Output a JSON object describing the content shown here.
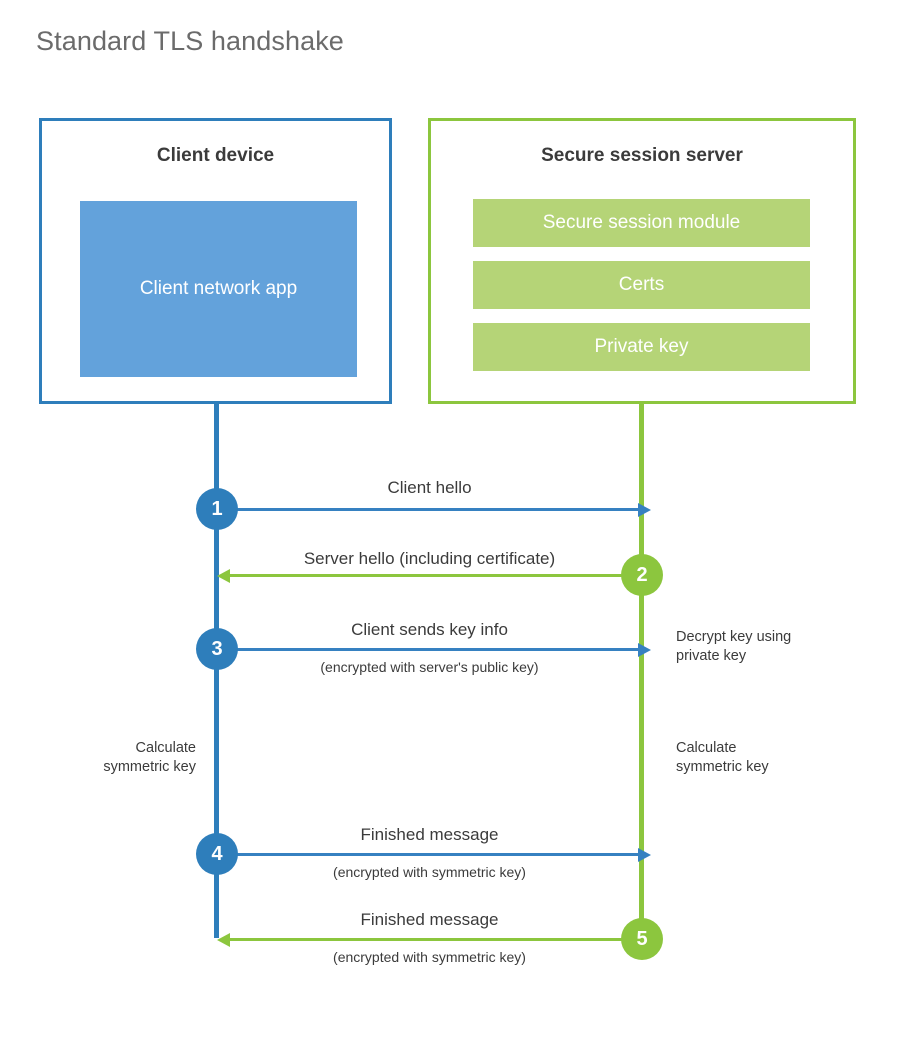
{
  "title": "Standard TLS handshake",
  "colors": {
    "client_blue": "#2E7EBB",
    "client_app_fill": "#63A2DB",
    "server_green": "#8CC63E",
    "server_bar_fill": "#B5D477",
    "text_dark": "#3b3b3b",
    "title_gray": "#6b6b6b"
  },
  "client": {
    "title": "Client device",
    "app_label": "Client network app"
  },
  "server": {
    "title": "Secure session server",
    "components": [
      "Secure session module",
      "Certs",
      "Private key"
    ]
  },
  "steps": [
    {
      "number": "1",
      "label": "Client hello",
      "sub": "",
      "direction": "client-to-server",
      "color": "blue"
    },
    {
      "number": "2",
      "label": "Server hello (including certificate)",
      "sub": "",
      "direction": "server-to-client",
      "color": "green"
    },
    {
      "number": "3",
      "label": "Client sends key info",
      "sub": "(encrypted with server's public key)",
      "direction": "client-to-server",
      "color": "blue"
    },
    {
      "number": "4",
      "label": "Finished message",
      "sub": "(encrypted with symmetric key)",
      "direction": "client-to-server",
      "color": "blue"
    },
    {
      "number": "5",
      "label": "Finished message",
      "sub": "(encrypted with symmetric key)",
      "direction": "server-to-client",
      "color": "green"
    }
  ],
  "annotations": {
    "server_decrypt": "Decrypt key using\nprivate key",
    "server_decrypt_line1": "Decrypt key using",
    "server_decrypt_line2": "private key",
    "client_calc_line1": "Calculate",
    "client_calc_line2": "symmetric key",
    "server_calc_line1": "Calculate",
    "server_calc_line2": "symmetric key"
  }
}
